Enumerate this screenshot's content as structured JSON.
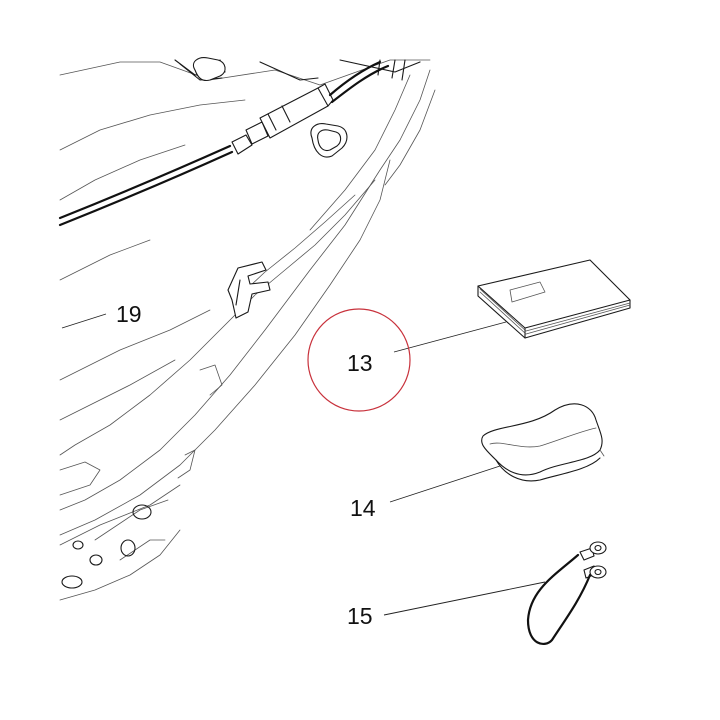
{
  "callouts": {
    "c19": "19",
    "c13": "13",
    "c14": "14",
    "c15": "15"
  },
  "highlight": {
    "color": "#c8323c",
    "target": "13"
  },
  "icons": [
    "frame-icon",
    "cable-icon",
    "manual-booklet-icon",
    "foam-pad-icon",
    "ground-strap-icon"
  ]
}
